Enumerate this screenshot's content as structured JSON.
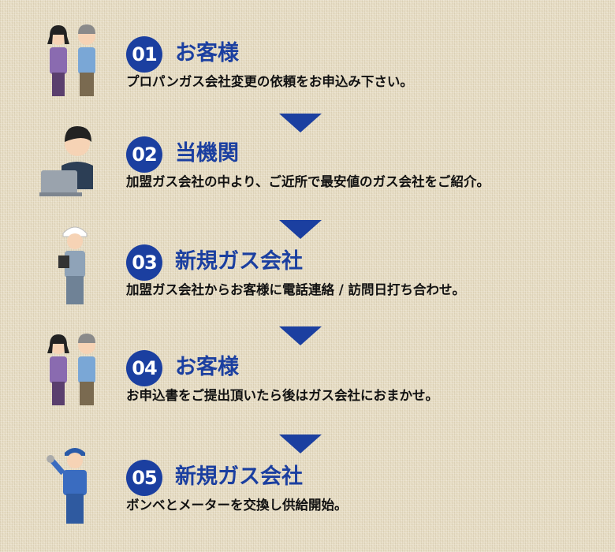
{
  "steps": [
    {
      "number": "01",
      "title": "お客様",
      "description": "プロパンガス会社変更の依頼をお申込み下さい。",
      "illustration": "couple-icon"
    },
    {
      "number": "02",
      "title": "当機関",
      "description": "加盟ガス会社の中より、ご近所で最安値のガス会社をご紹介。",
      "illustration": "operator-icon"
    },
    {
      "number": "03",
      "title": "新規ガス会社",
      "description": "加盟ガス会社からお客様に電話連絡 / 訪問日打ち合わせ。",
      "illustration": "worker-clipboard-icon"
    },
    {
      "number": "04",
      "title": "お客様",
      "description": "お申込書をご提出頂いたら後はガス会社におまかせ。",
      "illustration": "couple-icon"
    },
    {
      "number": "05",
      "title": "新規ガス会社",
      "description": "ボンベとメーターを交換し供給開始。",
      "illustration": "worker-wrench-icon"
    }
  ],
  "colors": {
    "accent": "#1b3fa0",
    "background": "#e6dcc3"
  }
}
